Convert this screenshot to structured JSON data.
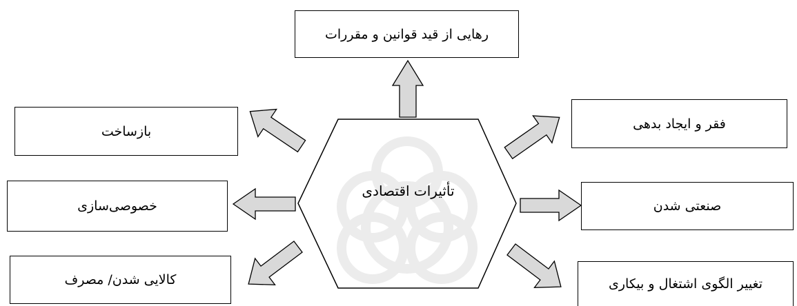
{
  "diagram": {
    "center": "تأثیرات اقتصادی",
    "top": "رهایی از قید قوانین و مقررات",
    "left_top": "بازساخت",
    "left_middle": "خصوصی‌سازی",
    "left_bottom": "کالایی شدن/ مصرف",
    "right_top": "فقر و ایجاد بدهی",
    "right_middle": "صنعتی شدن",
    "right_bottom": "تغییر الگوی اشتغال و بیکاری"
  },
  "colors": {
    "arrow_fill": "#d9d9d9",
    "stroke": "#000000",
    "background": "#ffffff",
    "watermark": "#eeeeee"
  }
}
